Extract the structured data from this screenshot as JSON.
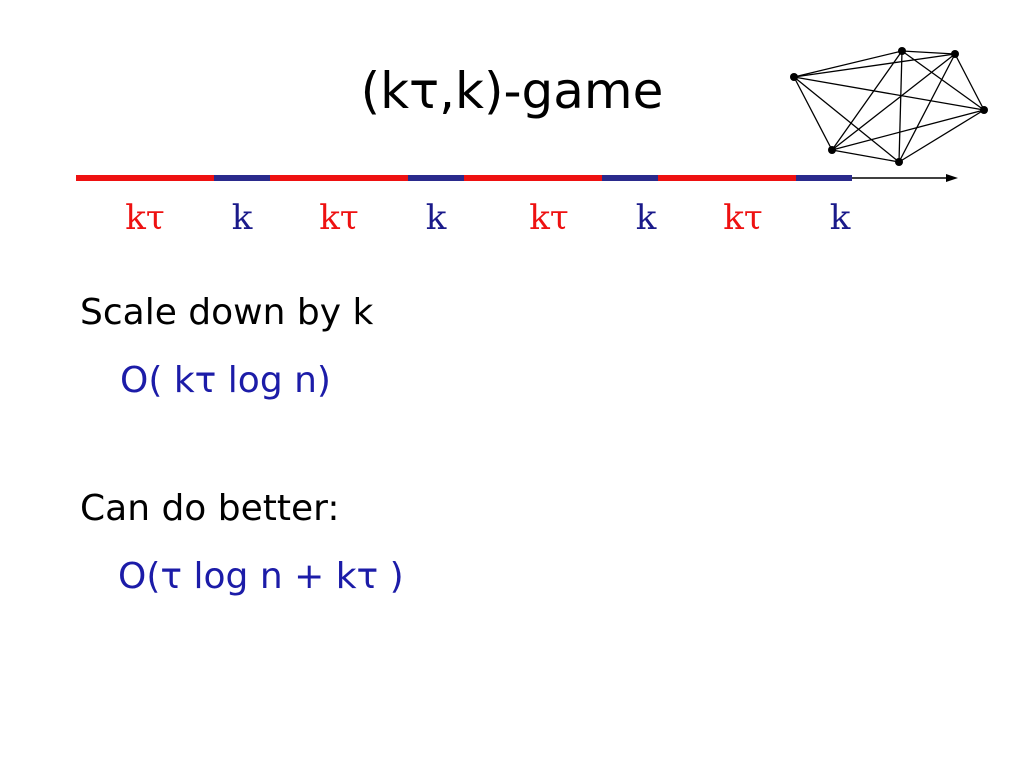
{
  "slide": {
    "title": "(kτ,k)-game"
  },
  "timeline": {
    "colors": {
      "red": "#ee1111",
      "blue": "#2a2a8c",
      "axis": "#000000"
    },
    "segments": [
      {
        "color": "red",
        "label": "kτ"
      },
      {
        "color": "blue",
        "label": "k"
      },
      {
        "color": "red",
        "label": "kτ"
      },
      {
        "color": "blue",
        "label": "k"
      },
      {
        "color": "red",
        "label": "kτ"
      },
      {
        "color": "blue",
        "label": "k"
      },
      {
        "color": "red",
        "label": "kτ"
      },
      {
        "color": "blue",
        "label": "k"
      }
    ]
  },
  "bullets": [
    {
      "text": "Scale down by k",
      "sub": "O( kτ log n)"
    },
    {
      "text": "Can do better:",
      "sub": "O(τ log n + kτ )"
    }
  ]
}
